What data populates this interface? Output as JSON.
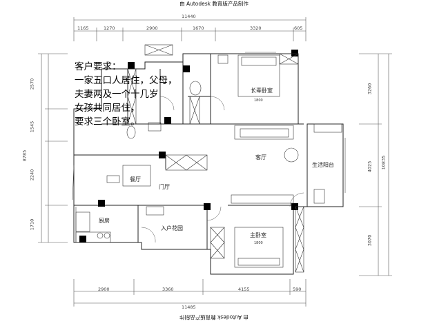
{
  "watermark": {
    "top": "由 Autodesk 教育版产品制作",
    "bottom": "由 Autodesk 教育版产品制作"
  },
  "requirements": [
    "客户要求：",
    "一家五口人居住，父母，",
    "夫妻两及一个十几岁",
    "女孩共同居住，",
    "要求三个卧室。"
  ],
  "rooms": {
    "elder_bedroom": "长辈卧室",
    "living_room": "客厅",
    "leisure_balcony": "生活阳台",
    "dining_room": "餐厅",
    "foyer": "门厅",
    "kitchen": "厨房",
    "entry_garden": "入户花园",
    "master_bedroom": "主卧室"
  },
  "bed_sizes": {
    "elder": "1800",
    "master": "1800"
  },
  "dimensions": {
    "top_total": "11440",
    "top_segments": [
      "1165",
      "1270",
      "2900",
      "1670",
      "3320",
      "605"
    ],
    "bottom_total": "11485",
    "bottom_segments": [
      "2900",
      "3360",
      "4155",
      "590"
    ],
    "left_total": "8785",
    "left_segments": [
      "2570",
      "1545",
      "2240",
      "1710"
    ],
    "right_total": "10835",
    "right_segments": [
      "3260",
      "4025",
      "3070"
    ]
  }
}
